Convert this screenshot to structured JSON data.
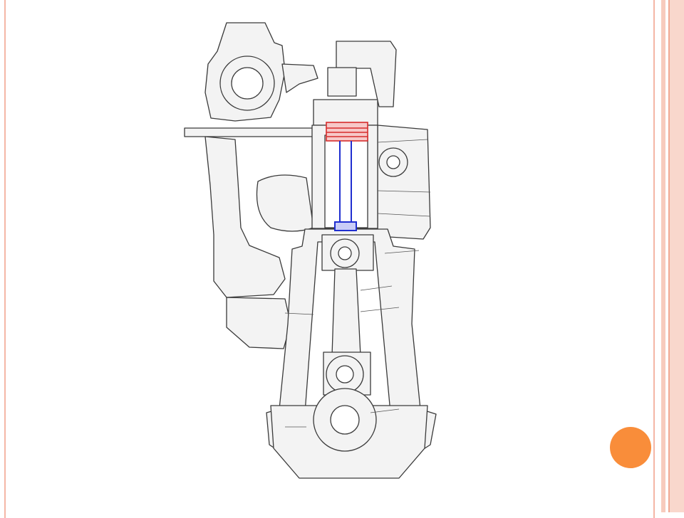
{
  "colors": {
    "frame": "#f4b6a6",
    "accent": "#f98d3a",
    "line": "#3a3a3a",
    "fill": "#f3f3f3",
    "piston": "#d62c2c",
    "rod": "#1f2ed0"
  },
  "diagram": {
    "subject": "engine-cross-section",
    "highlighted_parts": [
      "piston",
      "piston-rod",
      "crosshead"
    ]
  }
}
